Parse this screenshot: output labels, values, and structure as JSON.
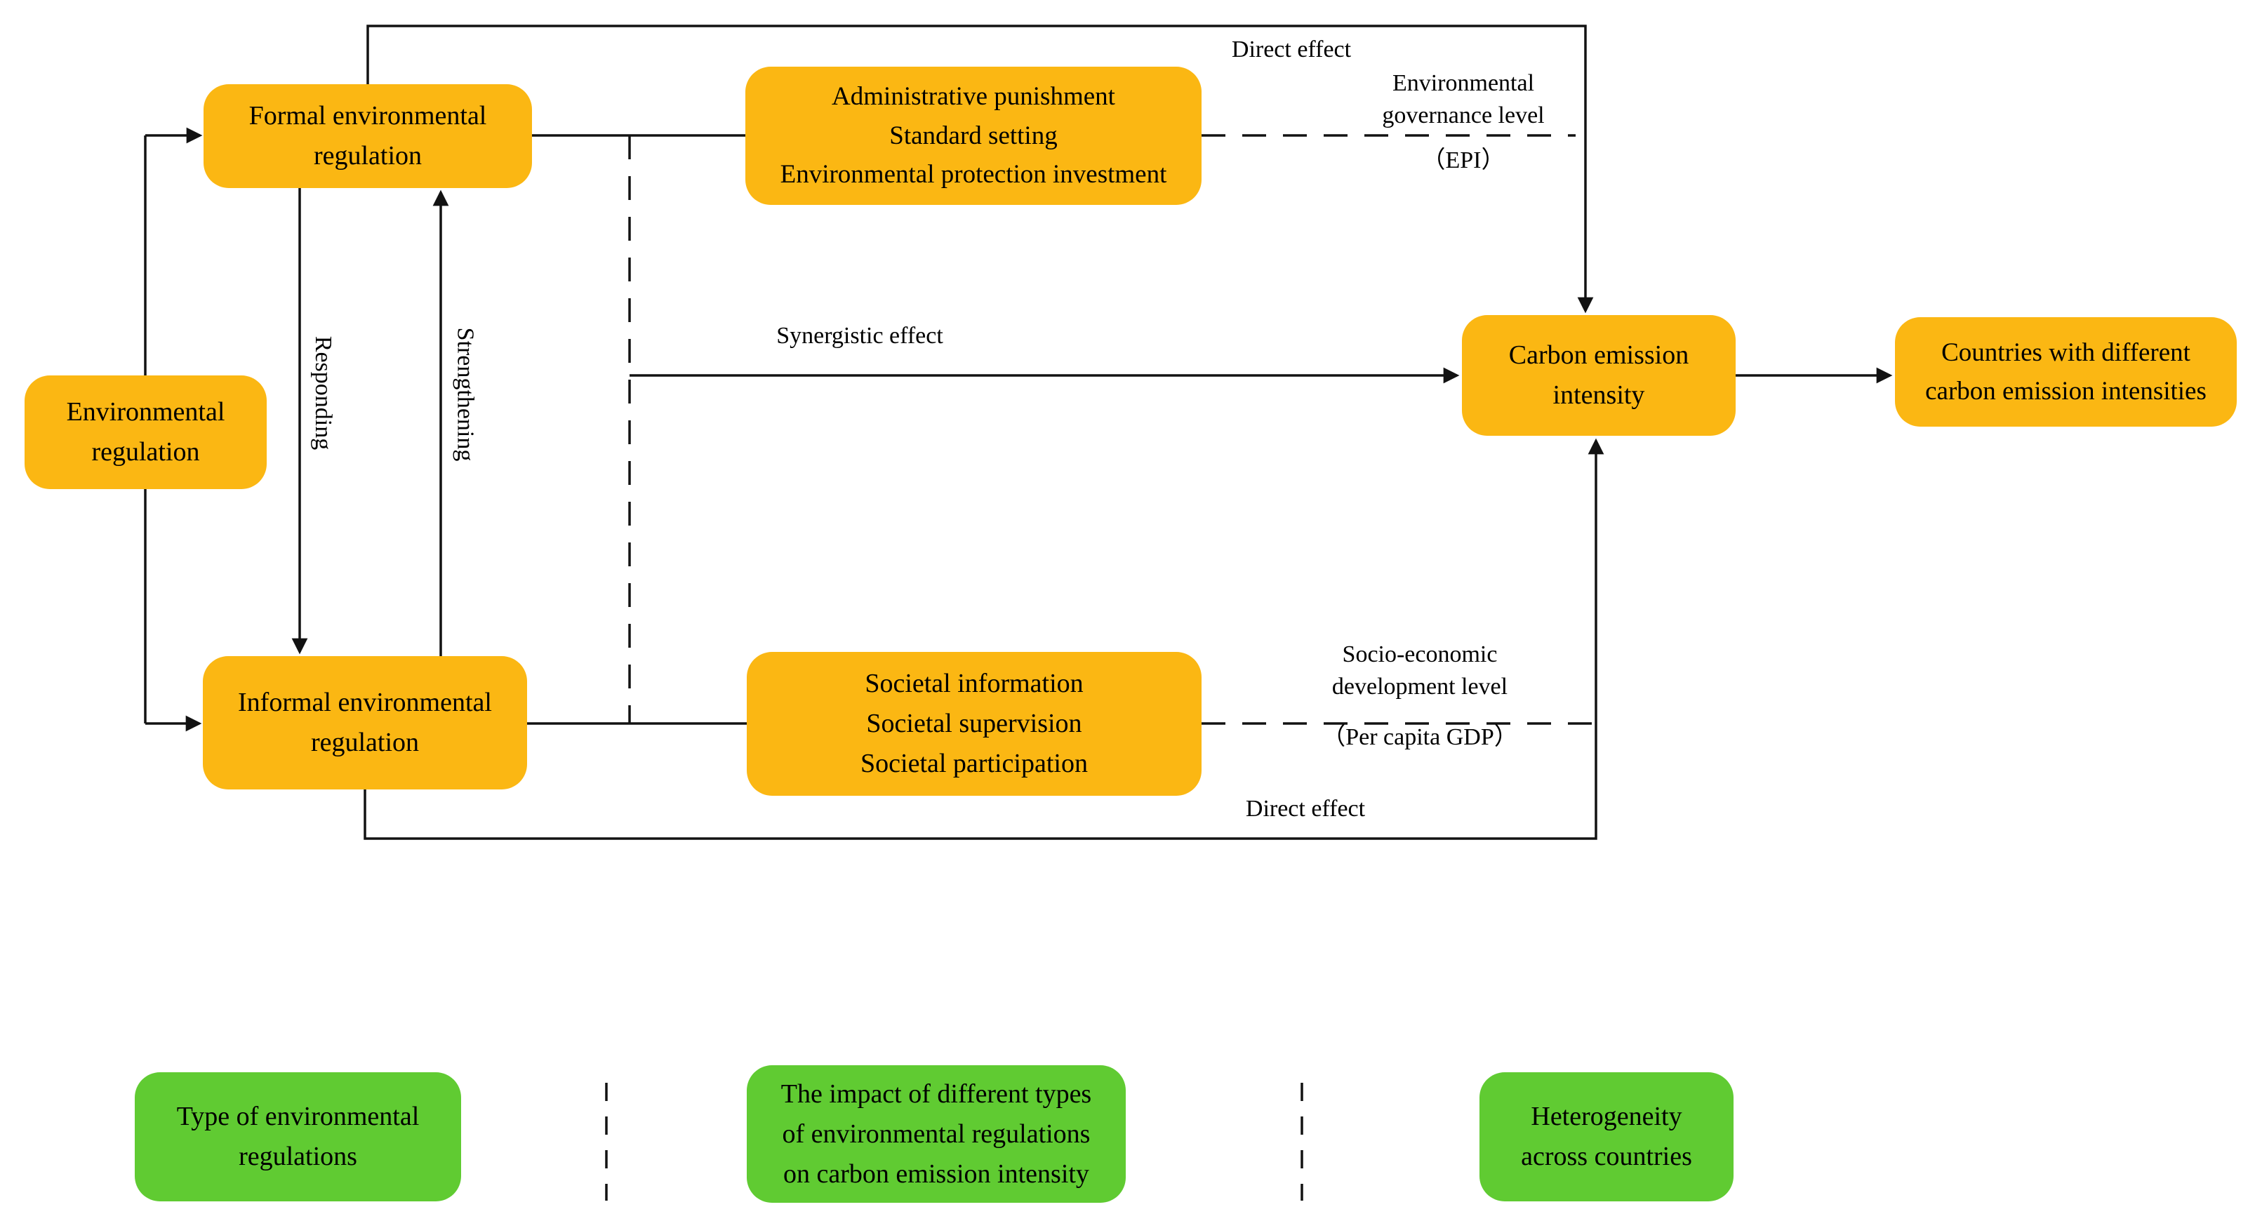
{
  "diagram": {
    "nodes": {
      "environmental_regulation": {
        "label": "Environmental\nregulation"
      },
      "formal": {
        "label": "Formal environmental\nregulation"
      },
      "informal": {
        "label": "Informal environmental\nregulation"
      },
      "administrative": {
        "label": "Administrative punishment\nStandard setting\nEnvironmental protection investment"
      },
      "societal": {
        "label": "Societal information\nSocietal supervision\nSocietal participation"
      },
      "carbon": {
        "label": "Carbon emission\nintensity"
      },
      "countries": {
        "label": "Countries with different\ncarbon emission intensities"
      }
    },
    "edge_labels": {
      "direct_effect_top": "Direct effect",
      "environmental_governance": "Environmental\ngovernance level",
      "epi": "（EPI）",
      "synergistic_effect": "Synergistic effect",
      "responding": "Responding",
      "strengthening": "Strengthening",
      "socio_economic": "Socio-economic\ndevelopment level",
      "per_capita_gdp": "（Per capita GDP）",
      "direct_effect_bottom": "Direct effect"
    },
    "legend": {
      "type_of_regulations": "Type of environmental\nregulations",
      "impact": "The impact of different types\nof environmental regulations\non carbon emission intensity",
      "heterogeneity": "Heterogeneity\nacross countries"
    },
    "colors": {
      "node_fill": "#FBB713",
      "legend_fill": "#60CB32",
      "line": "#121212",
      "text": "#000000"
    }
  }
}
